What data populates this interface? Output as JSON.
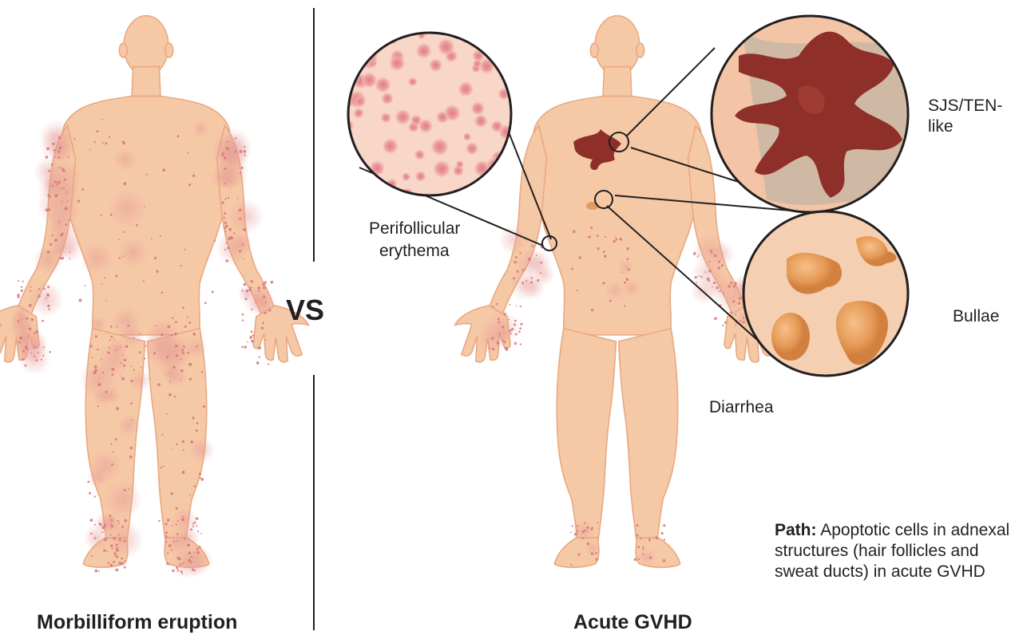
{
  "left_title": "Morbilliform eruption",
  "right_title": "Acute GVHD",
  "vs_label": "VS",
  "callouts": {
    "perifollicular": "Perifollicular",
    "erythema": "erythema",
    "sjs": "SJS/TEN-like",
    "bullae": "Bullae",
    "diarrhea": "Diarrhea"
  },
  "path_note": {
    "label": "Path:",
    "text": "Apoptotic cells in adnexal structures (hair follicles and sweat ducts) in acute GVHD"
  },
  "colors": {
    "skin": "#f6c9a6",
    "skin_shadow": "#e9a982",
    "rash_dot": "#d9727b",
    "rash_patch": "#efb0a3",
    "lesion_dark": "#8e2f2a",
    "bulla": "#e69a5b",
    "outline": "#231f20"
  }
}
